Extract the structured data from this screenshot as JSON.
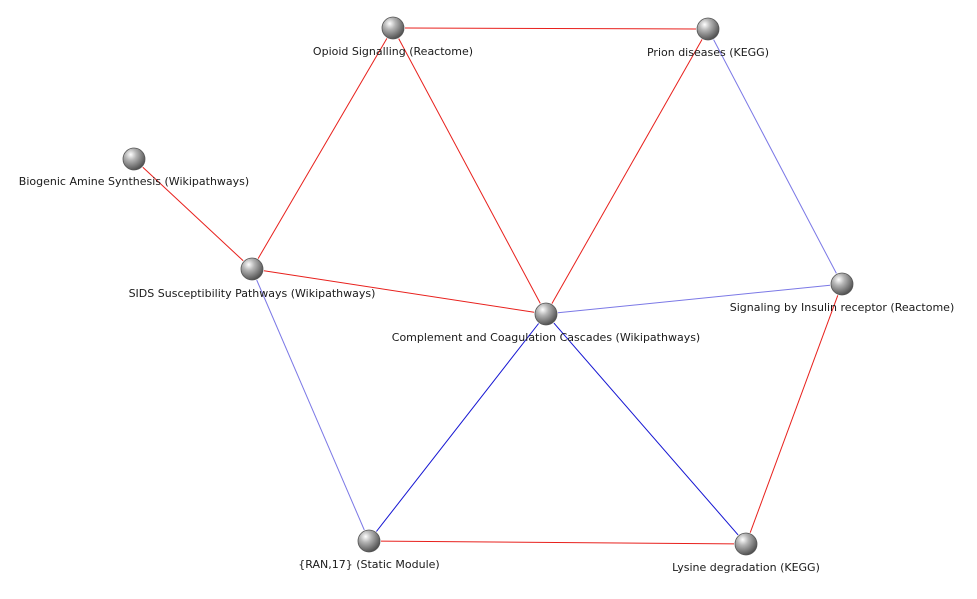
{
  "colors": {
    "edge_red": "#e8201c",
    "edge_blue_strong": "#1414d2",
    "edge_blue_light": "#7b78e6",
    "node_fill": "#8a8a8a",
    "label": "#1a1a1a"
  },
  "nodes": [
    {
      "id": "opioid",
      "label": "Opioid Signalling (Reactome)"
    },
    {
      "id": "prion",
      "label": "Prion diseases (KEGG)"
    },
    {
      "id": "biogenic",
      "label": "Biogenic Amine Synthesis (Wikipathways)"
    },
    {
      "id": "sids",
      "label": "SIDS Susceptibility Pathways (Wikipathways)"
    },
    {
      "id": "complement",
      "label": "Complement and Coagulation Cascades (Wikipathways)"
    },
    {
      "id": "insulin",
      "label": "Signaling by Insulin receptor (Reactome)"
    },
    {
      "id": "ran",
      "label": "{RAN,17} (Static Module)"
    },
    {
      "id": "lysine",
      "label": "Lysine degradation (KEGG)"
    }
  ],
  "edges": [
    {
      "source": "opioid",
      "target": "prion",
      "color": "edge_red"
    },
    {
      "source": "opioid",
      "target": "sids",
      "color": "edge_red"
    },
    {
      "source": "opioid",
      "target": "complement",
      "color": "edge_red"
    },
    {
      "source": "prion",
      "target": "complement",
      "color": "edge_red"
    },
    {
      "source": "prion",
      "target": "insulin",
      "color": "edge_blue_light"
    },
    {
      "source": "biogenic",
      "target": "sids",
      "color": "edge_red"
    },
    {
      "source": "sids",
      "target": "complement",
      "color": "edge_red"
    },
    {
      "source": "sids",
      "target": "ran",
      "color": "edge_blue_light"
    },
    {
      "source": "complement",
      "target": "insulin",
      "color": "edge_blue_light"
    },
    {
      "source": "complement",
      "target": "ran",
      "color": "edge_blue_strong"
    },
    {
      "source": "complement",
      "target": "lysine",
      "color": "edge_blue_strong"
    },
    {
      "source": "insulin",
      "target": "lysine",
      "color": "edge_red"
    },
    {
      "source": "ran",
      "target": "lysine",
      "color": "edge_red"
    }
  ]
}
